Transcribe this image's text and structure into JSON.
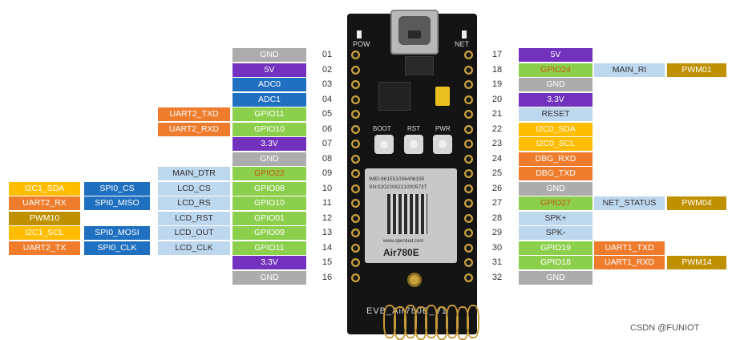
{
  "board": {
    "label_pow": "POW",
    "label_net": "NET",
    "label_boot": "BOOT",
    "label_rst": "RST",
    "label_pwr": "PWR",
    "module_name": "Air780E",
    "module_sn": "SN:0202208221000573T",
    "module_imei": "IMEI:861551056406335",
    "module_site": "www.openluat.com",
    "bottom_text": "EVB_Air780E_V1"
  },
  "watermark": "CSDN @FUNIOT",
  "colors": {
    "gray": "#acacac",
    "purple": "#7232bd",
    "blue": "#1f70c1",
    "green": "#8ccf4d",
    "orange": "#ef7c2d",
    "lightblue": "#bdd7ee",
    "yellow": "#ffbd00",
    "gold": "#bf9000",
    "gpio_hl": "#c55a11"
  },
  "left_pins": [
    {
      "num": "01",
      "cols": [
        null,
        null,
        null,
        {
          "text": "GND",
          "color": "gray"
        }
      ]
    },
    {
      "num": "02",
      "cols": [
        null,
        null,
        null,
        {
          "text": "5V",
          "color": "purple"
        }
      ]
    },
    {
      "num": "03",
      "cols": [
        null,
        null,
        null,
        {
          "text": "ADC0",
          "color": "blue"
        }
      ]
    },
    {
      "num": "04",
      "cols": [
        null,
        null,
        null,
        {
          "text": "ADC1",
          "color": "blue"
        }
      ]
    },
    {
      "num": "05",
      "cols": [
        null,
        null,
        {
          "text": "UART2_TXD",
          "color": "orange"
        },
        {
          "text": "GPIO11",
          "color": "green"
        }
      ]
    },
    {
      "num": "06",
      "cols": [
        null,
        null,
        {
          "text": "UART2_RXD",
          "color": "orange"
        },
        {
          "text": "GPIO10",
          "color": "green"
        }
      ]
    },
    {
      "num": "07",
      "cols": [
        null,
        null,
        null,
        {
          "text": "3.3V",
          "color": "purple"
        }
      ]
    },
    {
      "num": "08",
      "cols": [
        null,
        null,
        null,
        {
          "text": "GND",
          "color": "gray"
        }
      ]
    },
    {
      "num": "09",
      "cols": [
        null,
        null,
        {
          "text": "MAIN_DTR",
          "color": "lightblue"
        },
        {
          "text": "GPIO22",
          "color": "green",
          "hl": true
        }
      ]
    },
    {
      "num": "10",
      "cols": [
        {
          "text": "I2C1_SDA",
          "color": "yellow"
        },
        {
          "text": "SPI0_CS",
          "color": "blue"
        },
        {
          "text": "LCD_CS",
          "color": "lightblue"
        },
        {
          "text": "GPIO08",
          "color": "green"
        }
      ]
    },
    {
      "num": "11",
      "cols": [
        {
          "text": "UART2_RX",
          "color": "orange"
        },
        {
          "text": "SPI0_MISO",
          "color": "blue"
        },
        {
          "text": "LCD_RS",
          "color": "lightblue"
        },
        {
          "text": "GPIO10",
          "color": "green"
        }
      ]
    },
    {
      "num": "12",
      "cols": [
        {
          "text": "PWM10",
          "color": "gold"
        },
        null,
        {
          "text": "LCD_RST",
          "color": "lightblue"
        },
        {
          "text": "GPIO01",
          "color": "green"
        }
      ]
    },
    {
      "num": "13",
      "cols": [
        {
          "text": "I2C1_SCL",
          "color": "yellow"
        },
        {
          "text": "SPI0_MOSI",
          "color": "blue"
        },
        {
          "text": "LCD_OUT",
          "color": "lightblue"
        },
        {
          "text": "GPIO09",
          "color": "green"
        }
      ]
    },
    {
      "num": "14",
      "cols": [
        {
          "text": "UART2_TX",
          "color": "orange"
        },
        {
          "text": "SPI0_CLK",
          "color": "blue"
        },
        {
          "text": "LCD_CLK",
          "color": "lightblue"
        },
        {
          "text": "GPIO11",
          "color": "green"
        }
      ]
    },
    {
      "num": "15",
      "cols": [
        null,
        null,
        null,
        {
          "text": "3.3V",
          "color": "purple"
        }
      ]
    },
    {
      "num": "16",
      "cols": [
        null,
        null,
        null,
        {
          "text": "GND",
          "color": "gray"
        }
      ]
    }
  ],
  "right_pins": [
    {
      "num": "17",
      "cols": [
        {
          "text": "5V",
          "color": "purple"
        },
        null,
        null
      ]
    },
    {
      "num": "18",
      "cols": [
        {
          "text": "GPIO24",
          "color": "green",
          "hl": true
        },
        {
          "text": "MAIN_RI",
          "color": "lightblue"
        },
        {
          "text": "PWM01",
          "color": "gold"
        }
      ]
    },
    {
      "num": "19",
      "cols": [
        {
          "text": "GND",
          "color": "gray"
        },
        null,
        null
      ]
    },
    {
      "num": "20",
      "cols": [
        {
          "text": "3.3V",
          "color": "purple"
        },
        null,
        null
      ]
    },
    {
      "num": "21",
      "cols": [
        {
          "text": "RESET",
          "color": "lightblue"
        },
        null,
        null
      ]
    },
    {
      "num": "22",
      "cols": [
        {
          "text": "I2C0_SDA",
          "color": "yellow"
        },
        null,
        null
      ]
    },
    {
      "num": "23",
      "cols": [
        {
          "text": "I2C0_SCL",
          "color": "yellow"
        },
        null,
        null
      ]
    },
    {
      "num": "24",
      "cols": [
        {
          "text": "DBG_RXD",
          "color": "orange"
        },
        null,
        null
      ]
    },
    {
      "num": "25",
      "cols": [
        {
          "text": "DBG_TXD",
          "color": "orange"
        },
        null,
        null
      ]
    },
    {
      "num": "26",
      "cols": [
        {
          "text": "GND",
          "color": "gray"
        },
        null,
        null
      ]
    },
    {
      "num": "27",
      "cols": [
        {
          "text": "GPIO27",
          "color": "green",
          "hl": true
        },
        {
          "text": "NET_STATUS",
          "color": "lightblue"
        },
        {
          "text": "PWM04",
          "color": "gold"
        }
      ]
    },
    {
      "num": "28",
      "cols": [
        {
          "text": "SPK+",
          "color": "lightblue"
        },
        null,
        null
      ]
    },
    {
      "num": "29",
      "cols": [
        {
          "text": "SPK-",
          "color": "lightblue"
        },
        null,
        null
      ]
    },
    {
      "num": "30",
      "cols": [
        {
          "text": "GPIO19",
          "color": "green"
        },
        {
          "text": "UART1_TXD",
          "color": "orange"
        },
        null
      ]
    },
    {
      "num": "31",
      "cols": [
        {
          "text": "GPIO18",
          "color": "green"
        },
        {
          "text": "UART1_RXD",
          "color": "orange"
        },
        {
          "text": "PWM14",
          "color": "gold"
        }
      ]
    },
    {
      "num": "32",
      "cols": [
        {
          "text": "GND",
          "color": "gray"
        },
        null,
        null
      ]
    }
  ]
}
